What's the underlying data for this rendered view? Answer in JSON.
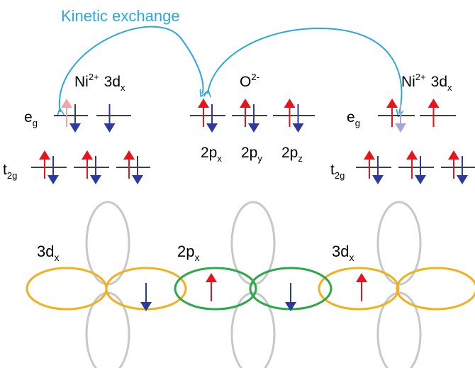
{
  "title": "Kinetic exchange",
  "colors": {
    "accent": "#2aa8e0",
    "spin_up": "#e8131b",
    "spin_down": "#2c3a9e",
    "spin_up_faded": "#f4a3a8",
    "spin_down_faded": "#a9a6d6",
    "d_orbital": "#f2b01e",
    "p_orbital": "#2ca84a",
    "side_orbital": "#c8c8c8"
  },
  "left_ion": {
    "name": "Ni",
    "charge": "2+",
    "orbital": "3d",
    "orbital_sub": "x",
    "eg_label": "e",
    "eg_sub": "g",
    "t2g_label": "t",
    "t2g_sub": "2g"
  },
  "oxygen": {
    "name": "O",
    "charge": "2-",
    "p_labels": [
      {
        "main": "2p",
        "sub": "x"
      },
      {
        "main": "2p",
        "sub": "y"
      },
      {
        "main": "2p",
        "sub": "z"
      }
    ]
  },
  "right_ion": {
    "name": "Ni",
    "charge": "2+",
    "orbital": "3d",
    "orbital_sub": "x",
    "eg_label": "e",
    "eg_sub": "g",
    "t2g_label": "t",
    "t2g_sub": "2g"
  },
  "lower": {
    "left_label": {
      "main": "3d",
      "sub": "x"
    },
    "center_label": {
      "main": "2p",
      "sub": "x"
    },
    "right_label": {
      "main": "3d",
      "sub": "x"
    }
  }
}
